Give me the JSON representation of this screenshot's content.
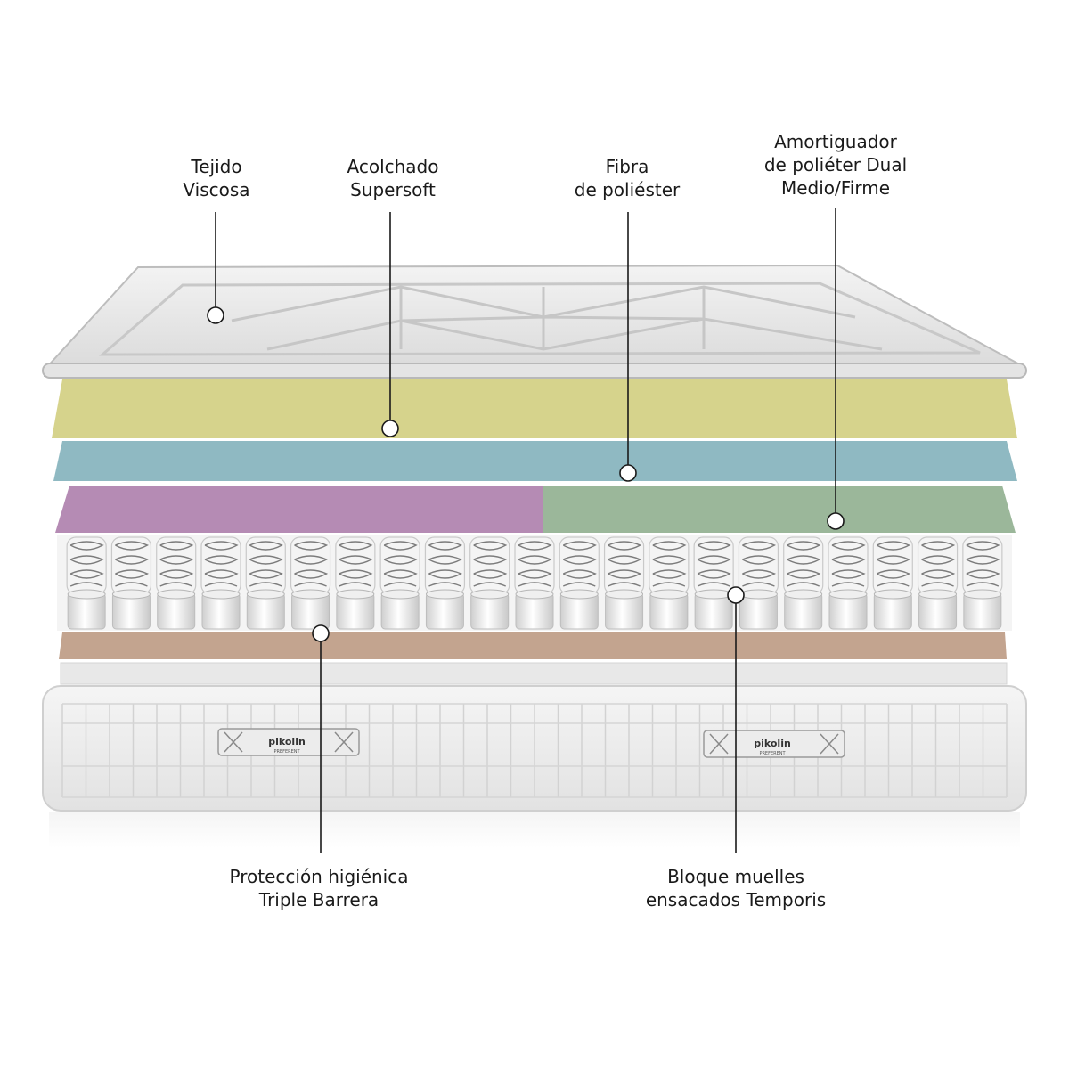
{
  "labels": {
    "tejido": [
      "Tejido",
      "Viscosa"
    ],
    "acolchado": [
      "Acolchado",
      "Supersoft"
    ],
    "fibra": [
      "Fibra",
      "de poliéster"
    ],
    "amortiguador": [
      "Amortiguador",
      "de poliéter Dual",
      "Medio/Firme"
    ],
    "proteccion": [
      "Protección higiénica",
      "Triple Barrera"
    ],
    "bloque": [
      "Bloque muelles",
      "ensacados Temporis"
    ]
  },
  "brand": {
    "logo_text": "pikolin",
    "logo_sub": "PREFERENT"
  },
  "colors": {
    "topper": "#e9e9e9",
    "yellow_foam": "#d6d38c",
    "blue_foam": "#8fb9c2",
    "pink_foam": "#b58bb4",
    "green_foam": "#9bb79a",
    "brown_layer": "#c3a48f",
    "base": "#f1f1f1"
  }
}
